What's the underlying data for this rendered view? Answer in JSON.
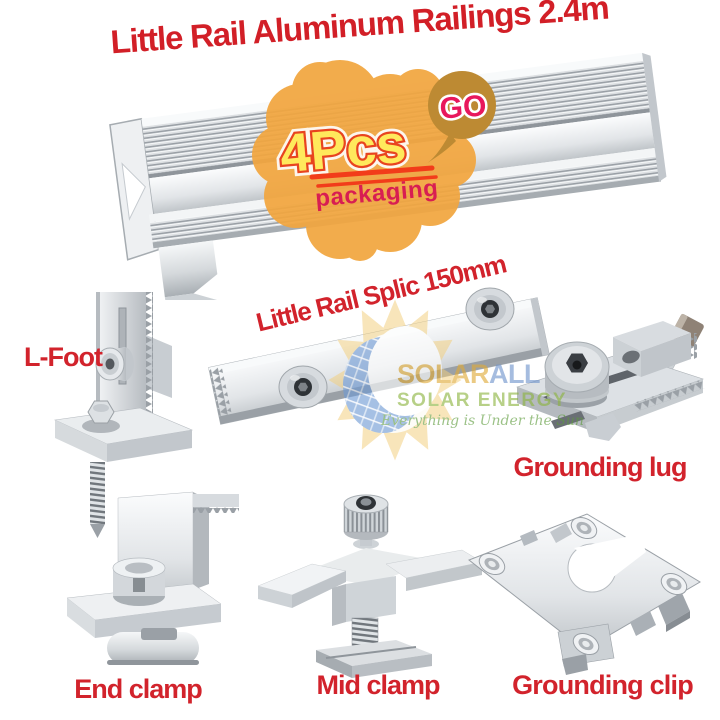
{
  "title": "Little Rail Aluminum Railings 2.4m",
  "badge": {
    "count": "4Pcs",
    "packaging": "packaging",
    "go": "GO"
  },
  "labels": {
    "l_foot": "L-Foot",
    "splice": "Little Rail Splic 150mm",
    "grounding_lug": "Grounding lug",
    "end_clamp": "End clamp",
    "mid_clamp": "Mid clamp",
    "grounding_clip": "Grounding clip"
  },
  "watermark": {
    "brand_part1": "SOLAR",
    "brand_part2": "ALL",
    "subtitle": "SOLAR ENERGY",
    "tagline": "Everything is Under the Sun"
  },
  "colors": {
    "label_red": "#d2232c",
    "title_red": "#d21f27",
    "badge_orange": "#f2a63f",
    "badge_bubble_brown": "#bd8a33",
    "count_yellow": "#ffe95c",
    "count_outline_red": "#e8441f",
    "underline_red": "#f23c1a",
    "packaging_pink": "#d81e52",
    "go_pink": "#e8175c",
    "watermark_sun_yellow": "#f2cf7e",
    "watermark_brand_yellow": "#e0ab38",
    "watermark_brand_blue": "#6f94cc",
    "watermark_green": "#8cb43f",
    "metal_light": "#f5f7f8",
    "metal_dark": "#a9afb4"
  }
}
